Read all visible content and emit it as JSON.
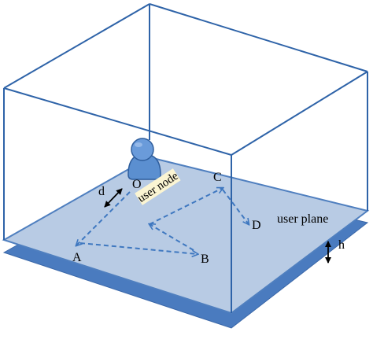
{
  "labels": {
    "node_o": "O",
    "node_a": "A",
    "node_b": "B",
    "node_c": "C",
    "node_d": "D",
    "distance": "d",
    "height": "h",
    "user_node": "user node",
    "user_plane": "user plane"
  },
  "colors": {
    "plane_fill": "#b8cbe4",
    "plane_edge": "#4f7fbf",
    "base_fill": "#4a7bbf",
    "box_edge": "#2e63a8",
    "path": "#3f78c0",
    "person_fill": "#5b8fd0",
    "label_bg": "#fbf5d3"
  },
  "icons": {
    "user": "person-icon"
  }
}
